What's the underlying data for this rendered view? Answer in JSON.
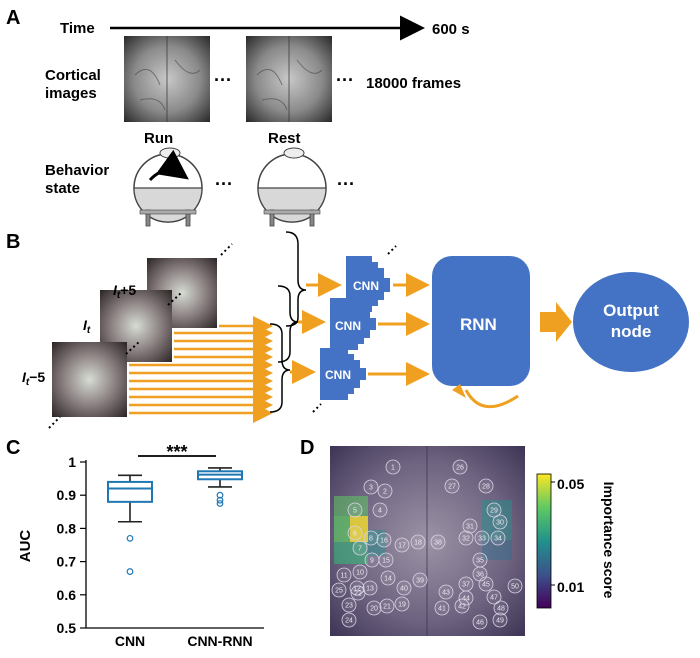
{
  "panels": {
    "a": {
      "letter": "A",
      "time_label": "Time",
      "time_end": "600 s",
      "cortical_label_1": "Cortical",
      "cortical_label_2": "images",
      "ellipsis": "···",
      "frames_label": "18000 frames",
      "run_label": "Run",
      "rest_label": "Rest",
      "behavior_label_1": "Behavior",
      "behavior_label_2": "state"
    },
    "b": {
      "letter": "B",
      "frame_plus_main": "I",
      "frame_plus_sub": "t",
      "frame_plus_suffix": "+5",
      "frame_mid_main": "I",
      "frame_mid_sub": "t",
      "frame_minus_main": "I",
      "frame_minus_sub": "t",
      "frame_minus_suffix": "−5",
      "cnn_label": "CNN",
      "rnn_label": "RNN",
      "output_line_1": "Output",
      "output_line_2": "node",
      "colors": {
        "blue": "#4472c4",
        "orange": "#f0a020"
      }
    },
    "c": {
      "letter": "C",
      "significance": "***",
      "chart_data": {
        "type": "box",
        "ylabel": "AUC",
        "ylim": [
          0.5,
          1.0
        ],
        "yticks": [
          "0.5",
          "0.6",
          "0.7",
          "0.8",
          "0.9",
          "1"
        ],
        "categories": [
          "CNN",
          "CNN-RNN"
        ],
        "boxes": [
          {
            "name": "CNN",
            "whisker_low": 0.82,
            "q1": 0.88,
            "median": 0.92,
            "q3": 0.94,
            "whisker_high": 0.96,
            "outliers": [
              0.77,
              0.67
            ]
          },
          {
            "name": "CNN-RNN",
            "whisker_low": 0.925,
            "q1": 0.948,
            "median": 0.962,
            "q3": 0.972,
            "whisker_high": 0.982,
            "outliers": [
              0.9,
              0.885,
              0.875
            ]
          }
        ],
        "color": "#1f77b4"
      }
    },
    "d": {
      "letter": "D",
      "colorbar_title": "Importance score",
      "colorbar_ticks": [
        "0.05",
        "0.01"
      ],
      "region_labels": [
        "1",
        "2",
        "3",
        "4",
        "5",
        "6",
        "7",
        "8",
        "9",
        "10",
        "11",
        "12",
        "13",
        "14",
        "15",
        "16",
        "17",
        "18",
        "19",
        "20",
        "21",
        "22",
        "23",
        "24",
        "25",
        "26",
        "27",
        "28",
        "29",
        "30",
        "31",
        "32",
        "33",
        "34",
        "35",
        "36",
        "37",
        "38",
        "39",
        "40",
        "41",
        "42",
        "43",
        "44",
        "45",
        "46",
        "47",
        "48",
        "49",
        "50"
      ]
    }
  }
}
